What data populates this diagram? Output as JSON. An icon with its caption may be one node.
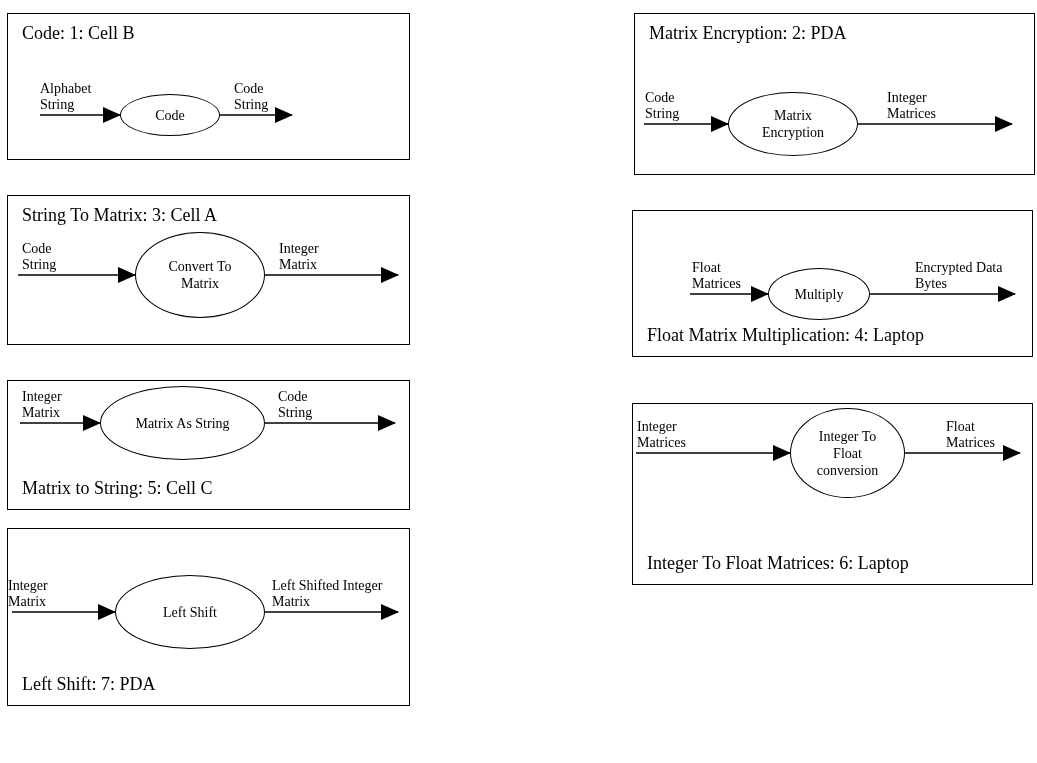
{
  "diagram": {
    "nodes": [
      {
        "text": [
          "Code: 1: Cell B"
        ]
      },
      {
        "text": [
          "Code"
        ],
        "in": 0
      },
      {
        "text": [
          "String To Matrix: 3: Cell A"
        ]
      },
      {
        "text": [
          "Convert To Matrix"
        ],
        "in": 2
      },
      {
        "text": [
          "Matrix to String: 5: Cell C"
        ]
      },
      {
        "text": [
          "Matrix As String"
        ],
        "in": 4
      },
      {
        "text": [
          "Left Shift: 7: PDA"
        ]
      },
      {
        "text": [
          "Left Shift"
        ],
        "in": 6
      },
      {
        "text": [
          "Matrix Encryption: 2: PDA"
        ]
      },
      {
        "text": [
          "Matrix Encryption"
        ],
        "in": 8
      },
      {
        "text": [
          "Float Matrix Multiplication: 4: Laptop"
        ]
      },
      {
        "text": [
          "Multiply"
        ],
        "in": 10
      },
      {
        "text": [
          "Integer To Float Matrices: 6: Laptop"
        ]
      },
      {
        "text": [
          "Integer To Float conversion"
        ],
        "in": 12
      }
    ],
    "edges": [
      {
        "from": null,
        "to": 1,
        "arrow": "to",
        "label": "Alphabet String"
      },
      {
        "from": 1,
        "to": null,
        "arrow": "to",
        "label": "Code String"
      },
      {
        "from": null,
        "to": 3,
        "arrow": "to",
        "label": "Code String"
      },
      {
        "from": 3,
        "to": null,
        "arrow": "to",
        "label": "Integer Matrix"
      },
      {
        "from": null,
        "to": 5,
        "arrow": "to",
        "label": "Integer Matrix"
      },
      {
        "from": 5,
        "to": null,
        "arrow": "to",
        "label": "Code String"
      },
      {
        "from": null,
        "to": 7,
        "arrow": "to",
        "label": "Integer Matrix"
      },
      {
        "from": 7,
        "to": null,
        "arrow": "to",
        "label": "Left Shifted Integer Matrix"
      },
      {
        "from": null,
        "to": 9,
        "arrow": "to",
        "label": "Code String"
      },
      {
        "from": 9,
        "to": null,
        "arrow": "to",
        "label": "Integer Matrices"
      },
      {
        "from": null,
        "to": 11,
        "arrow": "to",
        "label": "Float Matrices"
      },
      {
        "from": 11,
        "to": null,
        "arrow": "to",
        "label": "Encrypted Data Bytes"
      },
      {
        "from": null,
        "to": 13,
        "arrow": "to",
        "label": "Integer Matrices"
      },
      {
        "from": 13,
        "to": null,
        "arrow": "to",
        "label": "Float Matrices"
      }
    ]
  }
}
